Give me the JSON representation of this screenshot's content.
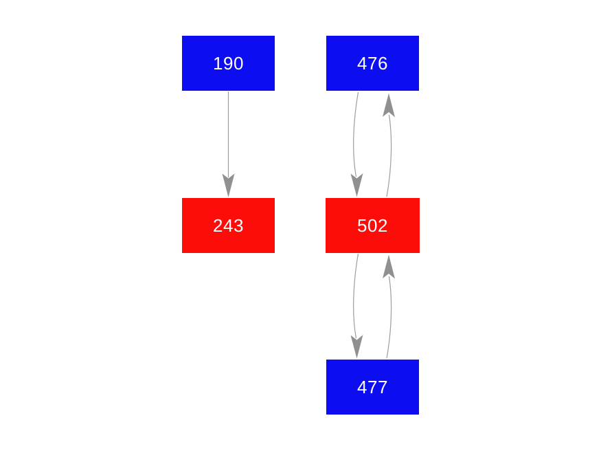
{
  "diagram": {
    "background_color": "#ffffff",
    "edge_line_color": "#9c9c9c",
    "arrowhead_color": "#909090",
    "nodes": [
      {
        "id": "190",
        "label": "190",
        "fill_color": "#0d0df2",
        "text_color": "#ffffff"
      },
      {
        "id": "476",
        "label": "476",
        "fill_color": "#0d0df2",
        "text_color": "#ffffff"
      },
      {
        "id": "243",
        "label": "243",
        "fill_color": "#fc0d0a",
        "text_color": "#ffffff"
      },
      {
        "id": "502",
        "label": "502",
        "fill_color": "#fc0d0a",
        "text_color": "#ffffff"
      },
      {
        "id": "477",
        "label": "477",
        "fill_color": "#0d0df2",
        "text_color": "#ffffff"
      }
    ],
    "edges": [
      {
        "from": "190",
        "to": "243",
        "direction": "down"
      },
      {
        "from": "476",
        "to": "502",
        "direction": "down"
      },
      {
        "from": "502",
        "to": "476",
        "direction": "up"
      },
      {
        "from": "502",
        "to": "477",
        "direction": "down"
      },
      {
        "from": "477",
        "to": "502",
        "direction": "up"
      }
    ]
  }
}
